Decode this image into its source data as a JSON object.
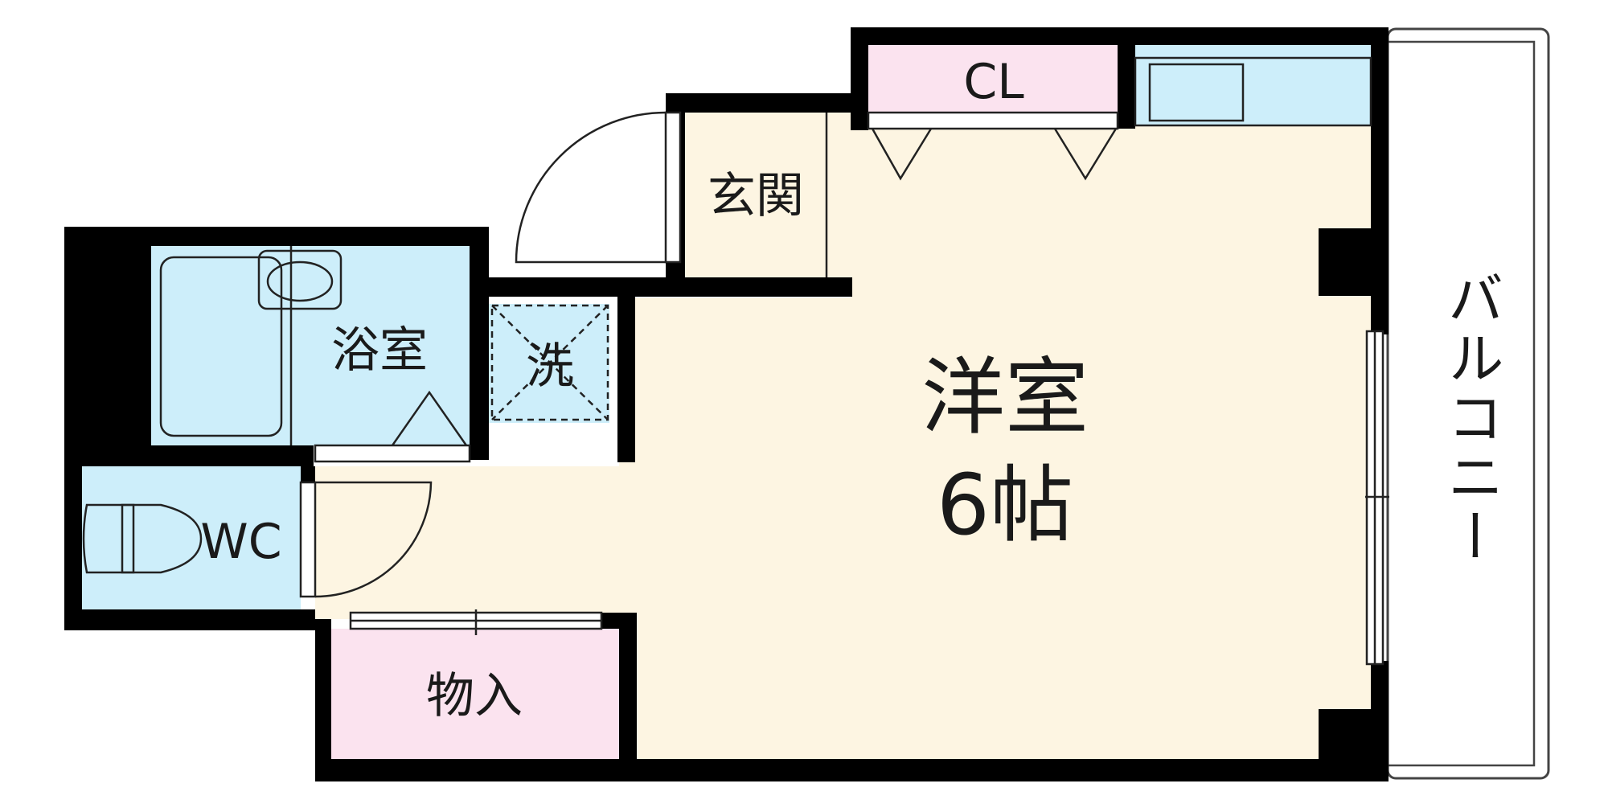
{
  "floorplan": {
    "rooms": {
      "main_room": {
        "name": "洋室",
        "size": "6帖"
      },
      "entrance": "玄関",
      "closet": "CL",
      "bathroom": "浴室",
      "washer": "洗",
      "toilet": "WC",
      "storage": "物入",
      "balcony": "バルコニー"
    },
    "colors": {
      "main_room": "#fdf5e2",
      "closet": "#fbe3ef",
      "storage": "#fbe3ef",
      "wet_area": "#cdeefa",
      "wall": "#000000",
      "balcony": "#ffffff",
      "fixture_stroke": "#222222"
    }
  }
}
